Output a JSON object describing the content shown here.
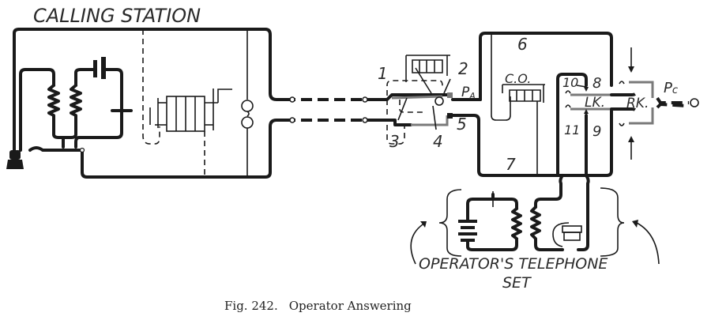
{
  "figure": {
    "caption_number": "Fig. 242.",
    "caption_title": "Operator Answering"
  },
  "labels": {
    "calling_station": "CALLING  STATION",
    "n1": "1",
    "n2": "2",
    "n3": "3",
    "n4": "4",
    "n5": "5",
    "n6": "6",
    "n7": "7",
    "n8": "8",
    "n9": "9",
    "n10": "10",
    "n11": "11",
    "pa": "P",
    "pa_sub": "A",
    "pc": "P",
    "pc_sub": "c",
    "co": "C.O.",
    "lk": "LK.",
    "rk": "RK.",
    "operator_set_line1": "OPERATOR'S TELEPHONE",
    "operator_set_line2": "SET"
  }
}
